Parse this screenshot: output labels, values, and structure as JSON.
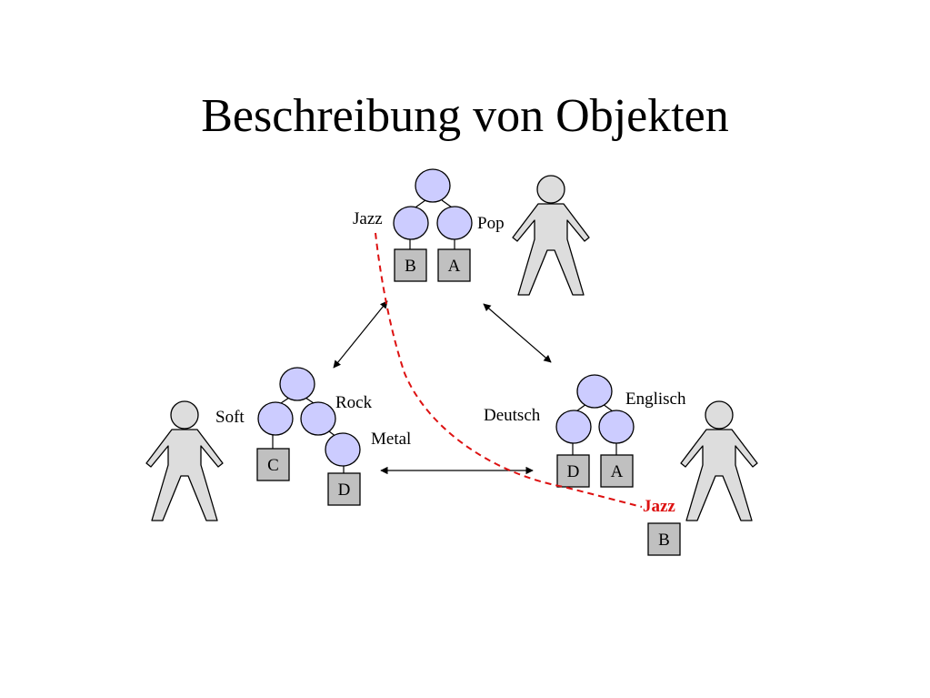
{
  "title": "Beschreibung von Objekten",
  "colors": {
    "node_fill": "#ccccff",
    "leaf_fill": "#c0c0c0",
    "person_fill": "#dddddd",
    "trail": "#dd1111"
  },
  "trees": {
    "top": {
      "label_left": "Jazz",
      "label_right": "Pop",
      "leaf_left": "B",
      "leaf_right": "A"
    },
    "left": {
      "label_left": "Soft",
      "label_right": "Rock",
      "label_sub": "Metal",
      "leaf_left": "C",
      "leaf_sub": "D"
    },
    "right": {
      "label_left": "Deutsch",
      "label_right": "Englisch",
      "leaf_left": "D",
      "leaf_right": "A"
    }
  },
  "transferred": {
    "label": "Jazz",
    "leaf": "B"
  },
  "icons": [
    "person-icon",
    "person-icon",
    "person-icon",
    "double-arrow-icon"
  ]
}
